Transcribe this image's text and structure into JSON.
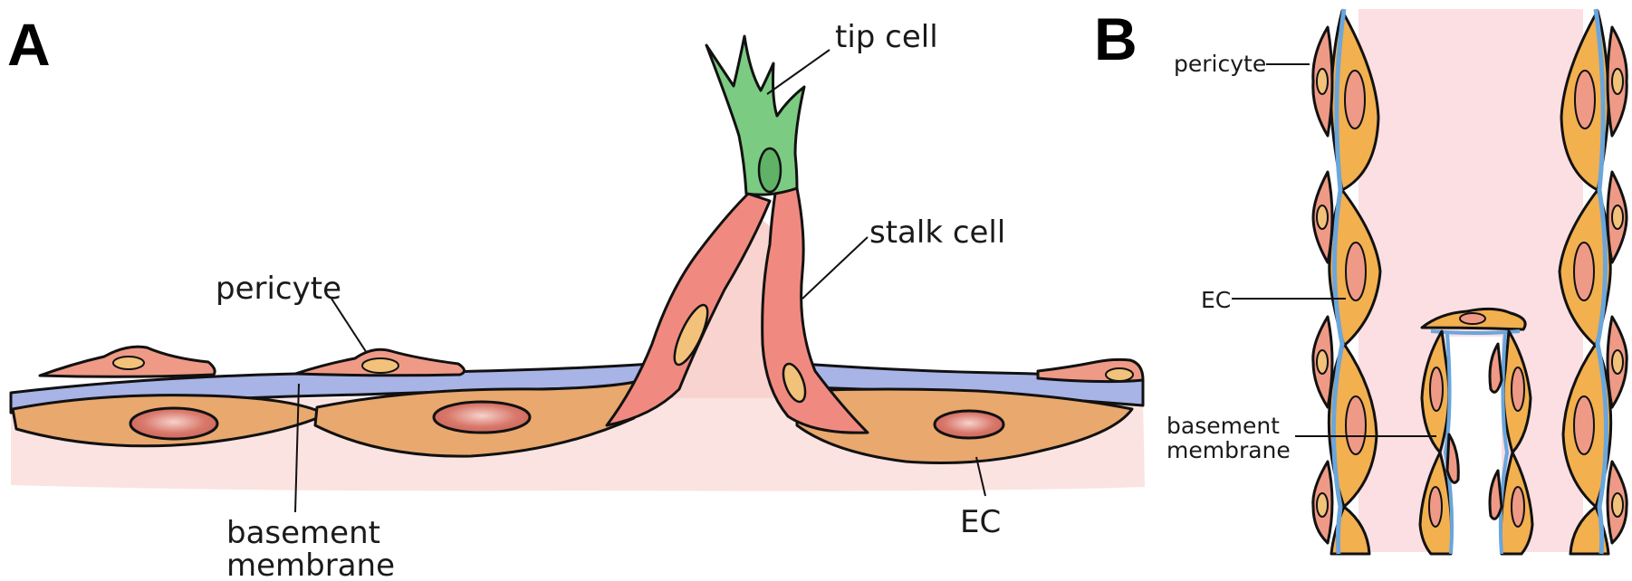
{
  "panel_a": {
    "letter": "A",
    "labels": {
      "tip_cell": "tip cell",
      "stalk_cell": "stalk cell",
      "pericyte": "pericyte",
      "basement_1": "basement",
      "basement_2": "membrane",
      "ec": "EC"
    }
  },
  "panel_b": {
    "letter": "B",
    "labels": {
      "pericyte": "pericyte",
      "ec": "EC",
      "basement_1": "basement",
      "basement_2": "membrane"
    }
  },
  "colors": {
    "tissue": "#fbe3e1",
    "endothelial": "#e8a86e",
    "endothelial_b": "#f2b04f",
    "pericyte": "#ef9a86",
    "nucleus": "#e07a6a",
    "basement": "#a8b3e6",
    "basement_b": "#6aa6dc",
    "tip": "#7ccb82",
    "stalk": "#f08a80",
    "lumen": "#fbdfe3"
  }
}
